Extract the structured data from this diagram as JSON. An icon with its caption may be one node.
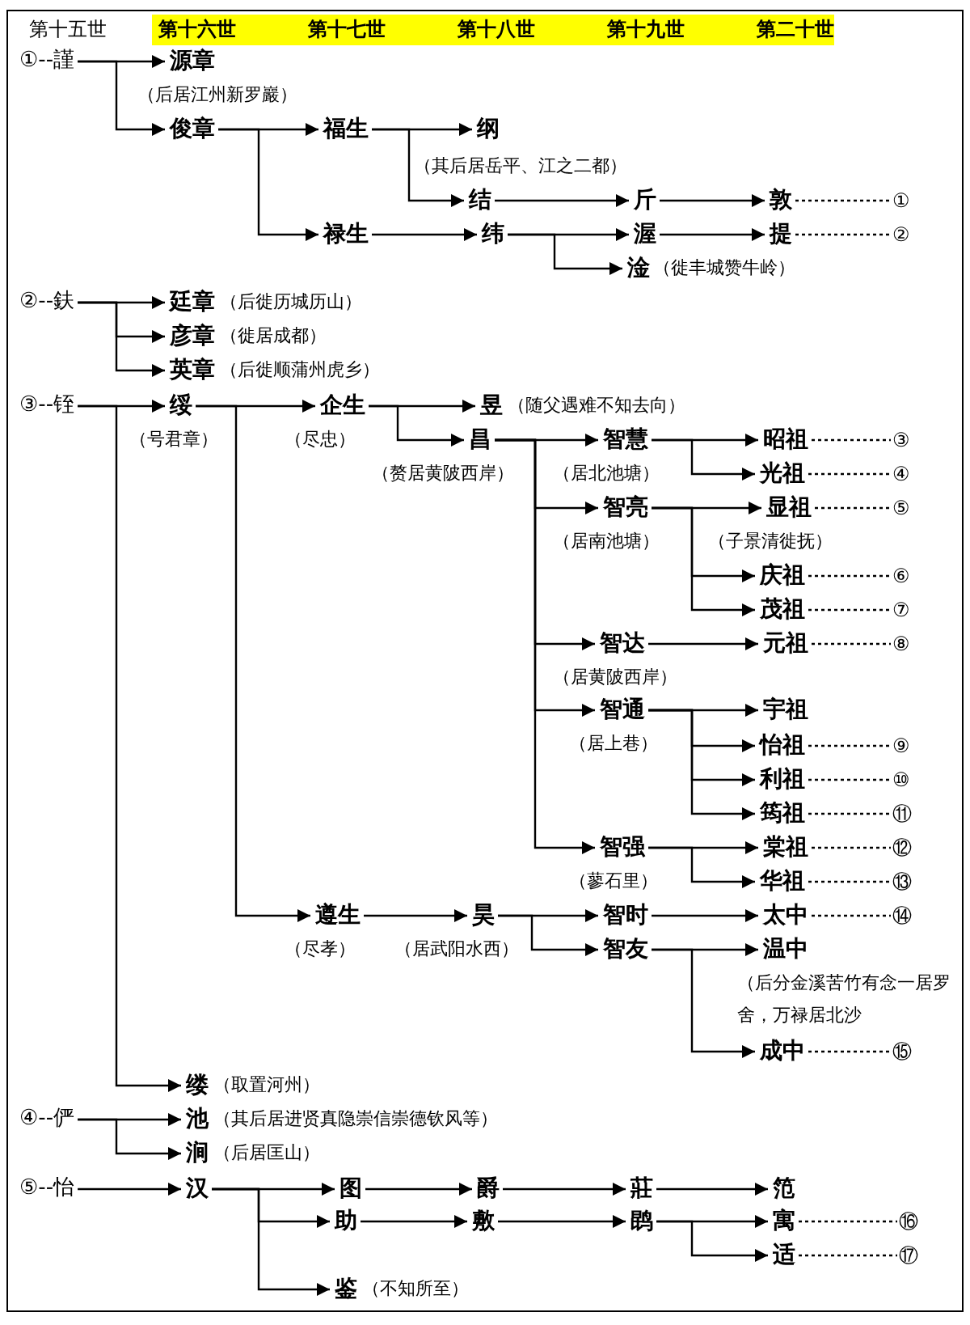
{
  "diagram": {
    "nodes": [
      {
        "text": [
          "①--謹"
        ]
      },
      {
        "text": [
          "源章"
        ],
        "beside": [
          "（后居江州新罗巖）"
        ]
      },
      {
        "text": [
          "俊章"
        ]
      },
      {
        "text": [
          "福生"
        ]
      },
      {
        "text": [
          "纲"
        ],
        "beside": [
          "（其后居岳平、江之二都）"
        ]
      },
      {
        "text": [
          "结"
        ]
      },
      {
        "text": [
          "斤"
        ]
      },
      {
        "text": [
          "敦"
        ]
      },
      {
        "text": [
          "①"
        ]
      },
      {
        "text": [
          "禄生"
        ]
      },
      {
        "text": [
          "纬"
        ]
      },
      {
        "text": [
          "渥"
        ]
      },
      {
        "text": [
          "提"
        ]
      },
      {
        "text": [
          "②"
        ]
      },
      {
        "text": [
          "淦"
        ],
        "beside": [
          "（徙丰城赞牛岭）"
        ]
      },
      {
        "text": [
          "②--鈇"
        ]
      },
      {
        "text": [
          "廷章"
        ],
        "beside": [
          "（后徙历城历山）"
        ]
      },
      {
        "text": [
          "彦章"
        ],
        "beside": [
          "（徙居成都）"
        ]
      },
      {
        "text": [
          "英章"
        ],
        "beside": [
          "（后徙顺蒲州虎乡）"
        ]
      },
      {
        "text": [
          "③--铚"
        ]
      },
      {
        "text": [
          "绥"
        ],
        "beside": [
          "（号君章）"
        ]
      },
      {
        "text": [
          "企生"
        ],
        "beside": [
          "（尽忠）"
        ]
      },
      {
        "text": [
          "昱"
        ],
        "beside": [
          "（随父遇难不知去向）"
        ]
      },
      {
        "text": [
          "昌"
        ],
        "beside": [
          "（赘居黄陂西岸）"
        ]
      },
      {
        "text": [
          "智慧"
        ],
        "beside": [
          "（居北池塘）"
        ]
      },
      {
        "text": [
          "昭祖"
        ]
      },
      {
        "text": [
          "③"
        ]
      },
      {
        "text": [
          "光祖"
        ]
      },
      {
        "text": [
          "④"
        ]
      },
      {
        "text": [
          "智亮"
        ],
        "beside": [
          "（居南池塘）"
        ]
      },
      {
        "text": [
          "显祖"
        ],
        "beside": [
          "（子景清徙抚）"
        ]
      },
      {
        "text": [
          "⑤"
        ]
      },
      {
        "text": [
          "庆祖"
        ]
      },
      {
        "text": [
          "⑥"
        ]
      },
      {
        "text": [
          "茂祖"
        ]
      },
      {
        "text": [
          "⑦"
        ]
      },
      {
        "text": [
          "智达"
        ],
        "beside": [
          "（居黄陂西岸）"
        ]
      },
      {
        "text": [
          "元祖"
        ]
      },
      {
        "text": [
          "⑧"
        ]
      },
      {
        "text": [
          "智通"
        ],
        "beside": [
          "（居上巷）"
        ]
      },
      {
        "text": [
          "宇祖"
        ]
      },
      {
        "text": [
          "怡祖"
        ]
      },
      {
        "text": [
          "⑨"
        ]
      },
      {
        "text": [
          "利祖"
        ]
      },
      {
        "text": [
          "⑩"
        ]
      },
      {
        "text": [
          "筠祖"
        ]
      },
      {
        "text": [
          "⑪"
        ]
      },
      {
        "text": [
          "智强"
        ],
        "beside": [
          "（蓼石里）"
        ]
      },
      {
        "text": [
          "棠祖"
        ]
      },
      {
        "text": [
          "⑫"
        ]
      },
      {
        "text": [
          "华祖"
        ]
      },
      {
        "text": [
          "⑬"
        ]
      },
      {
        "text": [
          "遵生"
        ],
        "beside": [
          "（尽孝）"
        ]
      },
      {
        "text": [
          "昊"
        ],
        "beside": [
          "（居武阳水西）"
        ]
      },
      {
        "text": [
          "智时"
        ]
      },
      {
        "text": [
          "太中"
        ]
      },
      {
        "text": [
          "⑭"
        ]
      },
      {
        "text": [
          "智友"
        ]
      },
      {
        "text": [
          "温中"
        ],
        "beside": [
          "（后分金溪苦竹有念一居罗舍，万禄居北沙"
        ]
      },
      {
        "text": [
          "成中"
        ]
      },
      {
        "text": [
          "⑮"
        ]
      },
      {
        "text": [
          "缕"
        ],
        "beside": [
          "（取置河州）"
        ]
      },
      {
        "text": [
          "④--俨"
        ]
      },
      {
        "text": [
          "池"
        ],
        "beside": [
          "（其后居进贤真隐崇信崇德钦风等）"
        ]
      },
      {
        "text": [
          "涧"
        ],
        "beside": [
          "（后居匡山）"
        ]
      },
      {
        "text": [
          "⑤--怡"
        ]
      },
      {
        "text": [
          "汉"
        ]
      },
      {
        "text": [
          "图"
        ]
      },
      {
        "text": [
          "爵"
        ]
      },
      {
        "text": [
          "莊"
        ]
      },
      {
        "text": [
          "笵"
        ]
      },
      {
        "text": [
          "助"
        ]
      },
      {
        "text": [
          "敷"
        ]
      },
      {
        "text": [
          "鹍"
        ]
      },
      {
        "text": [
          "寓"
        ]
      },
      {
        "text": [
          "⑯"
        ]
      },
      {
        "text": [
          "适"
        ]
      },
      {
        "text": [
          "⑰"
        ]
      },
      {
        "text": [
          "鉴"
        ],
        "beside": [
          "（不知所至）"
        ]
      }
    ],
    "edges": [
      {
        "from": 0,
        "to": 1,
        "arrow": "to"
      },
      {
        "from": 0,
        "to": 2,
        "arrow": "to"
      },
      {
        "from": 2,
        "to": 3,
        "arrow": "to"
      },
      {
        "from": 2,
        "to": 9,
        "arrow": "to"
      },
      {
        "from": 3,
        "to": 4,
        "arrow": "to"
      },
      {
        "from": 3,
        "to": 5,
        "arrow": "to"
      },
      {
        "from": 5,
        "to": 6,
        "arrow": "to"
      },
      {
        "from": 6,
        "to": 7,
        "arrow": "to"
      },
      {
        "from": 7,
        "to": 8,
        "arrow": "none",
        "style": "dashed"
      },
      {
        "from": 9,
        "to": 10,
        "arrow": "to"
      },
      {
        "from": 10,
        "to": 11,
        "arrow": "to"
      },
      {
        "from": 10,
        "to": 14,
        "arrow": "to"
      },
      {
        "from": 11,
        "to": 12,
        "arrow": "to"
      },
      {
        "from": 12,
        "to": 13,
        "arrow": "none",
        "style": "dashed"
      },
      {
        "from": 15,
        "to": 16,
        "arrow": "to"
      },
      {
        "from": 15,
        "to": 17,
        "arrow": "to"
      },
      {
        "from": 15,
        "to": 18,
        "arrow": "to"
      },
      {
        "from": 19,
        "to": 20,
        "arrow": "to"
      },
      {
        "from": 19,
        "to": 61,
        "arrow": "to"
      },
      {
        "from": 20,
        "to": 21,
        "arrow": "to"
      },
      {
        "from": 20,
        "to": 52,
        "arrow": "to"
      },
      {
        "from": 21,
        "to": 22,
        "arrow": "to"
      },
      {
        "from": 21,
        "to": 23,
        "arrow": "to"
      },
      {
        "from": 23,
        "to": 24,
        "arrow": "to"
      },
      {
        "from": 23,
        "to": 29,
        "arrow": "to"
      },
      {
        "from": 23,
        "to": 36,
        "arrow": "to"
      },
      {
        "from": 23,
        "to": 39,
        "arrow": "to"
      },
      {
        "from": 23,
        "to": 47,
        "arrow": "to"
      },
      {
        "from": 24,
        "to": 25,
        "arrow": "to"
      },
      {
        "from": 24,
        "to": 27,
        "arrow": "to"
      },
      {
        "from": 25,
        "to": 26,
        "arrow": "none",
        "style": "dashed"
      },
      {
        "from": 27,
        "to": 28,
        "arrow": "none",
        "style": "dashed"
      },
      {
        "from": 29,
        "to": 30,
        "arrow": "to"
      },
      {
        "from": 29,
        "to": 32,
        "arrow": "to"
      },
      {
        "from": 29,
        "to": 34,
        "arrow": "to"
      },
      {
        "from": 30,
        "to": 31,
        "arrow": "none",
        "style": "dashed"
      },
      {
        "from": 32,
        "to": 33,
        "arrow": "none",
        "style": "dashed"
      },
      {
        "from": 34,
        "to": 35,
        "arrow": "none",
        "style": "dashed"
      },
      {
        "from": 36,
        "to": 37,
        "arrow": "to"
      },
      {
        "from": 37,
        "to": 38,
        "arrow": "none",
        "style": "dashed"
      },
      {
        "from": 39,
        "to": 40,
        "arrow": "to"
      },
      {
        "from": 39,
        "to": 41,
        "arrow": "to"
      },
      {
        "from": 39,
        "to": 43,
        "arrow": "to"
      },
      {
        "from": 39,
        "to": 45,
        "arrow": "to"
      },
      {
        "from": 41,
        "to": 42,
        "arrow": "none",
        "style": "dashed"
      },
      {
        "from": 43,
        "to": 44,
        "arrow": "none",
        "style": "dashed"
      },
      {
        "from": 45,
        "to": 46,
        "arrow": "none",
        "style": "dashed"
      },
      {
        "from": 47,
        "to": 48,
        "arrow": "to"
      },
      {
        "from": 47,
        "to": 50,
        "arrow": "to"
      },
      {
        "from": 48,
        "to": 49,
        "arrow": "none",
        "style": "dashed"
      },
      {
        "from": 50,
        "to": 51,
        "arrow": "none",
        "style": "dashed"
      },
      {
        "from": 52,
        "to": 53,
        "arrow": "to"
      },
      {
        "from": 53,
        "to": 54,
        "arrow": "to"
      },
      {
        "from": 53,
        "to": 57,
        "arrow": "to"
      },
      {
        "from": 54,
        "to": 55,
        "arrow": "to"
      },
      {
        "from": 55,
        "to": 56,
        "arrow": "none",
        "style": "dashed"
      },
      {
        "from": 57,
        "to": 58,
        "arrow": "to"
      },
      {
        "from": 57,
        "to": 59,
        "arrow": "to"
      },
      {
        "from": 59,
        "to": 60,
        "arrow": "none",
        "style": "dashed"
      },
      {
        "from": 62,
        "to": 63,
        "arrow": "to"
      },
      {
        "from": 62,
        "to": 64,
        "arrow": "to"
      },
      {
        "from": 65,
        "to": 66,
        "arrow": "to"
      },
      {
        "from": 66,
        "to": 67,
        "arrow": "to"
      },
      {
        "from": 66,
        "to": 71,
        "arrow": "to"
      },
      {
        "from": 66,
        "to": 78,
        "arrow": "to"
      },
      {
        "from": 67,
        "to": 68,
        "arrow": "to"
      },
      {
        "from": 68,
        "to": 69,
        "arrow": "to"
      },
      {
        "from": 69,
        "to": 70,
        "arrow": "to"
      },
      {
        "from": 71,
        "to": 72,
        "arrow": "to"
      },
      {
        "from": 72,
        "to": 73,
        "arrow": "to"
      },
      {
        "from": 73,
        "to": 74,
        "arrow": "to"
      },
      {
        "from": 73,
        "to": 76,
        "arrow": "to"
      },
      {
        "from": 74,
        "to": 75,
        "arrow": "none",
        "style": "dashed"
      },
      {
        "from": 76,
        "to": 77,
        "arrow": "none",
        "style": "dashed"
      }
    ],
    "labels": [
      "第十五世",
      "第十六世",
      "第十七世",
      "第十八世",
      "第十九世",
      "第二十世"
    ]
  }
}
